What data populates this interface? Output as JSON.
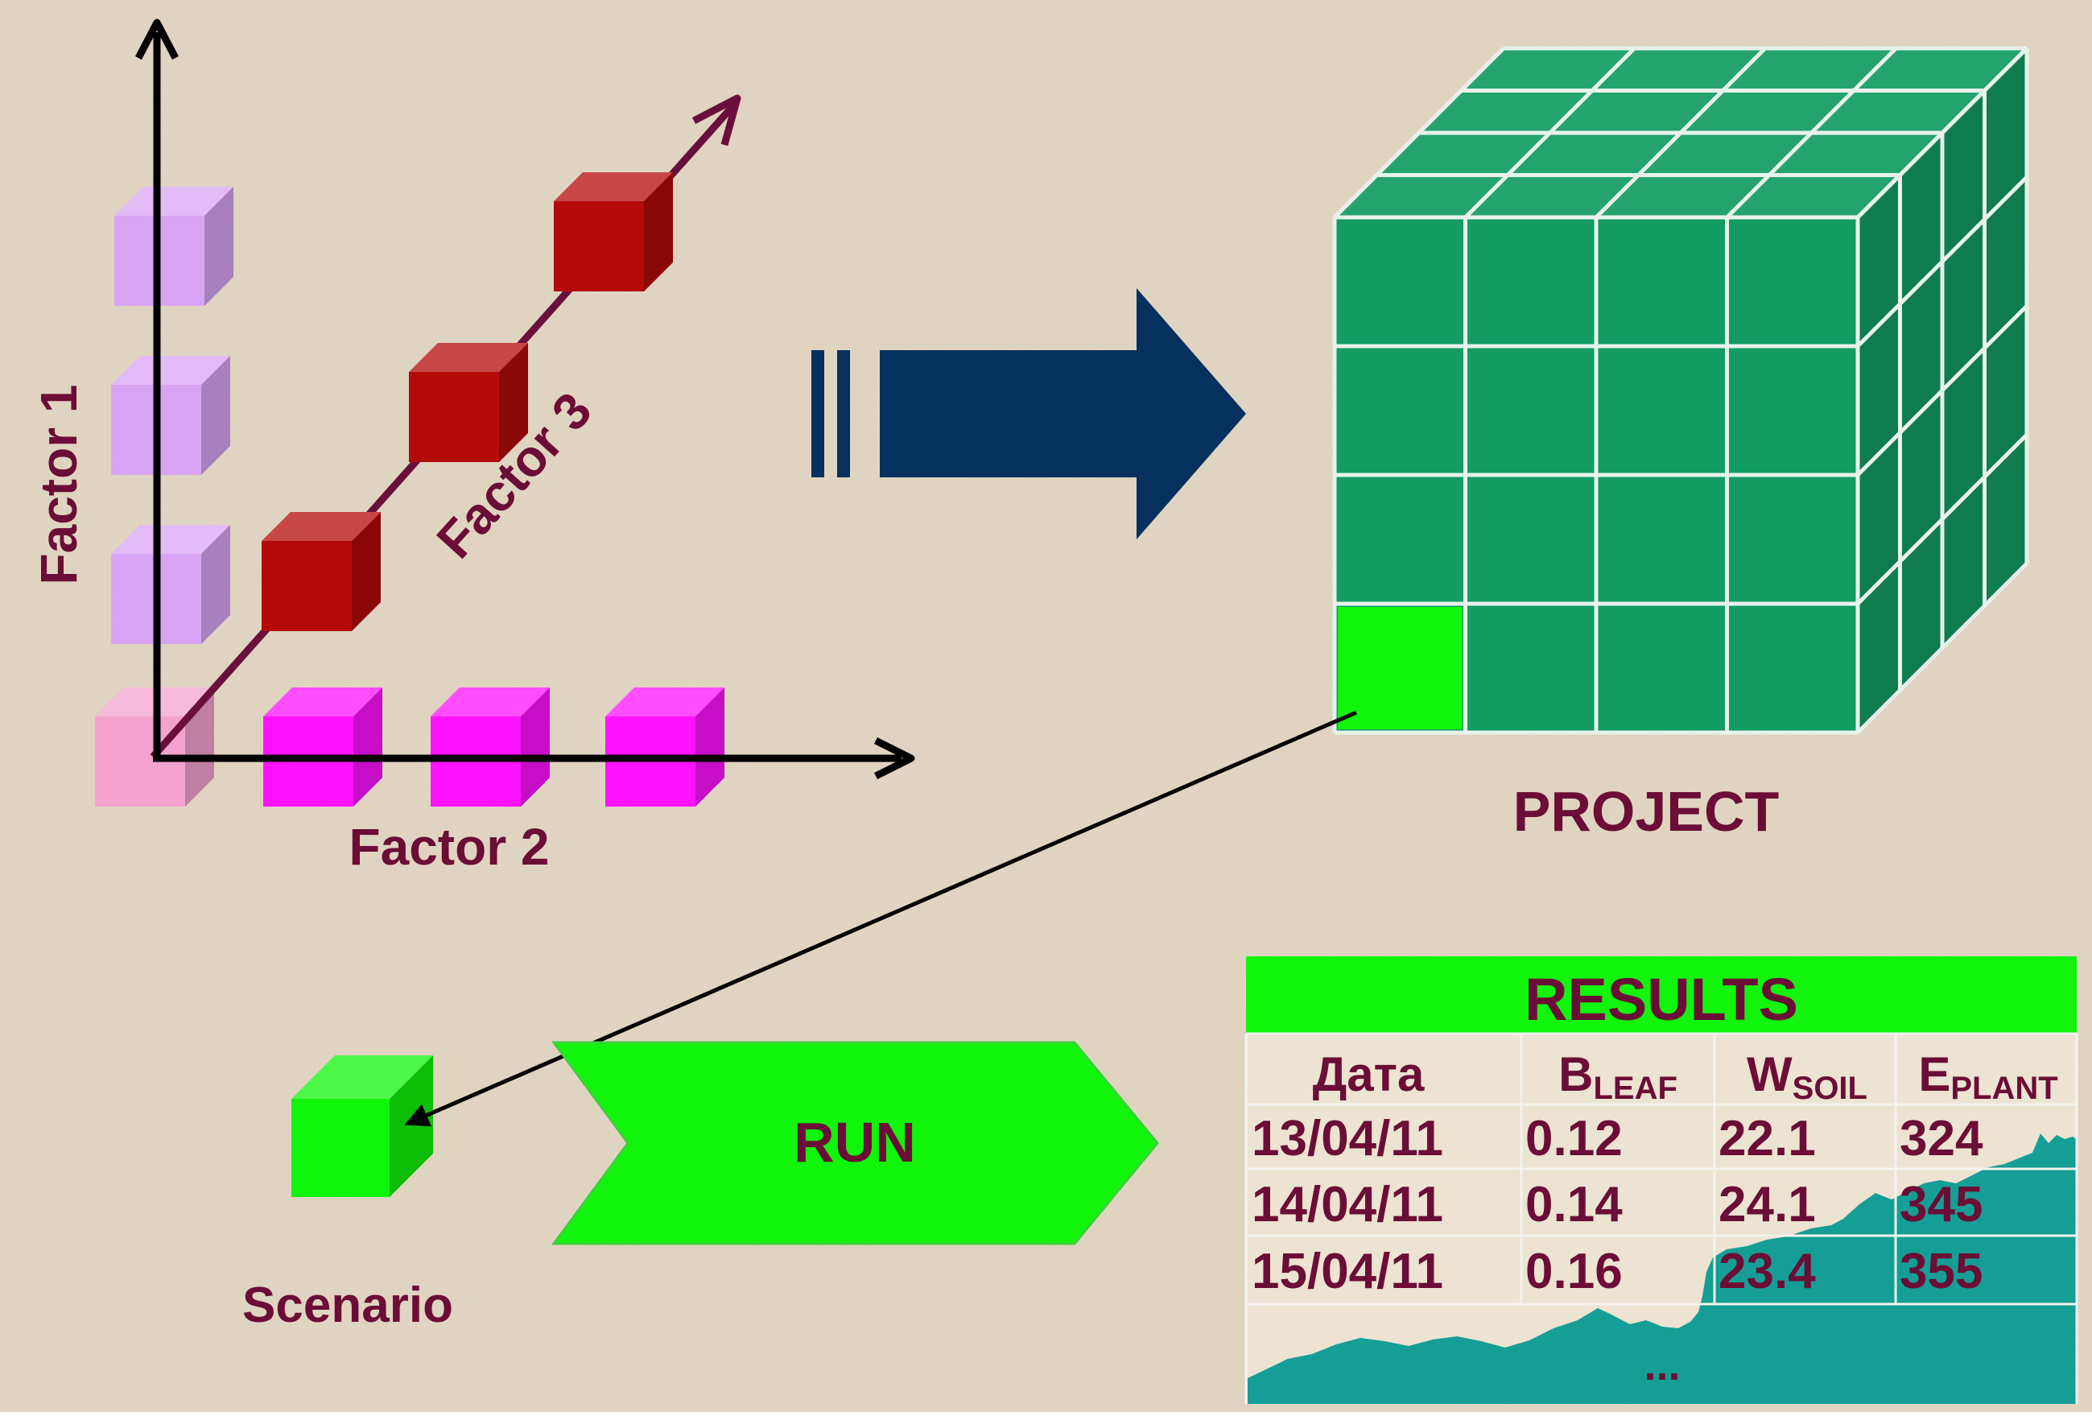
{
  "diagram": {
    "factor_labels": {
      "factor1": "Factor 1",
      "factor2": "Factor 2",
      "factor3": "Factor 3"
    },
    "project_label": "PROJECT",
    "scenario_label": "Scenario",
    "run_label": "RUN"
  },
  "results": {
    "title": "RESULTS",
    "headers": [
      {
        "main": "Дата",
        "sub": ""
      },
      {
        "main": "B",
        "sub": "LEAF"
      },
      {
        "main": "W",
        "sub": "SOIL"
      },
      {
        "main": "E",
        "sub": "PLANT"
      }
    ],
    "rows": [
      [
        "13/04/11",
        "0.12",
        "22.1",
        "324"
      ],
      [
        "14/04/11",
        "0.14",
        "24.1",
        "345"
      ],
      [
        "15/04/11",
        "0.16",
        "23.4",
        "355"
      ]
    ],
    "ellipsis": "..."
  },
  "colors": {
    "background": "#e6dac7",
    "factor1_cube": "#d9a4f4",
    "factor2_cube": "#ff12ff",
    "factor3_cube": "#b40a0a",
    "origin_cube": "#f4a3cf",
    "factor3_axis": "#6a0f3c",
    "label_text": "#6b0d36",
    "arrow": "#06305e",
    "project_cube": "#129b63",
    "highlight_green": "#11f40c",
    "table_chart": "#0a9a92"
  }
}
